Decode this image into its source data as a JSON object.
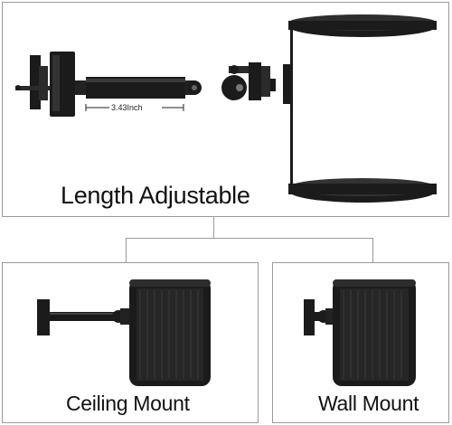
{
  "top_panel": {
    "heading": "Length Adjustable",
    "dimension_label": "3.43Inch"
  },
  "bottom_panels": [
    {
      "caption": "Ceiling Mount"
    },
    {
      "caption": "Wall Mount"
    }
  ],
  "colors": {
    "product": "#1b1b1b",
    "product_highlight": "#3a3a3a",
    "border": "#9a9a9a",
    "background": "#ffffff"
  }
}
